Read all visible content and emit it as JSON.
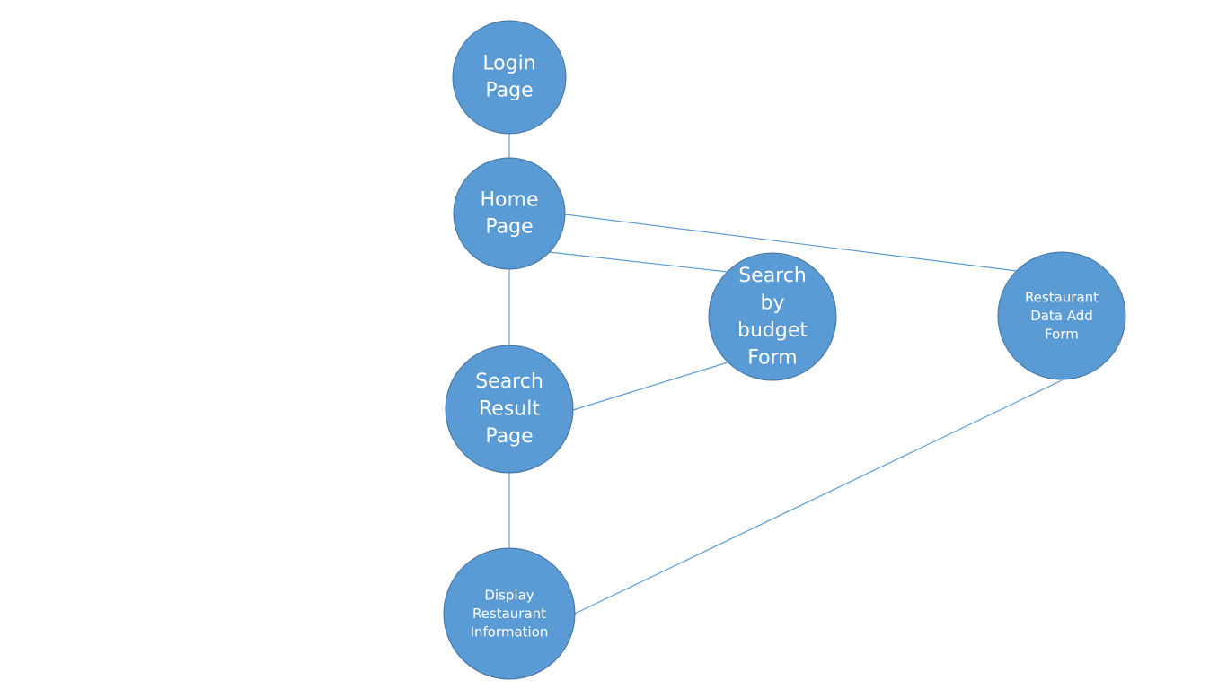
{
  "colors": {
    "node_fill": "#5b9bd5",
    "node_stroke": "#41719c",
    "edge": "#5b9bd5",
    "text": "#ffffff",
    "background": "#ffffff"
  },
  "nodes": [
    {
      "id": "login",
      "lines": [
        "Login",
        "Page"
      ]
    },
    {
      "id": "home",
      "lines": [
        "Home",
        "Page"
      ]
    },
    {
      "id": "budget",
      "lines": [
        "Search",
        "by",
        "budget",
        "Form"
      ]
    },
    {
      "id": "restaurant_add",
      "lines": [
        "Restaurant",
        "Data Add",
        "Form"
      ]
    },
    {
      "id": "search_result",
      "lines": [
        "Search",
        "Result",
        "Page"
      ]
    },
    {
      "id": "display",
      "lines": [
        "Display",
        "Restaurant",
        "Information"
      ]
    }
  ],
  "edges": [
    {
      "from": "login",
      "to": "home"
    },
    {
      "from": "home",
      "to": "search_result"
    },
    {
      "from": "home",
      "to": "budget"
    },
    {
      "from": "home",
      "to": "restaurant_add"
    },
    {
      "from": "budget",
      "to": "search_result"
    },
    {
      "from": "search_result",
      "to": "display"
    },
    {
      "from": "restaurant_add",
      "to": "display"
    }
  ]
}
